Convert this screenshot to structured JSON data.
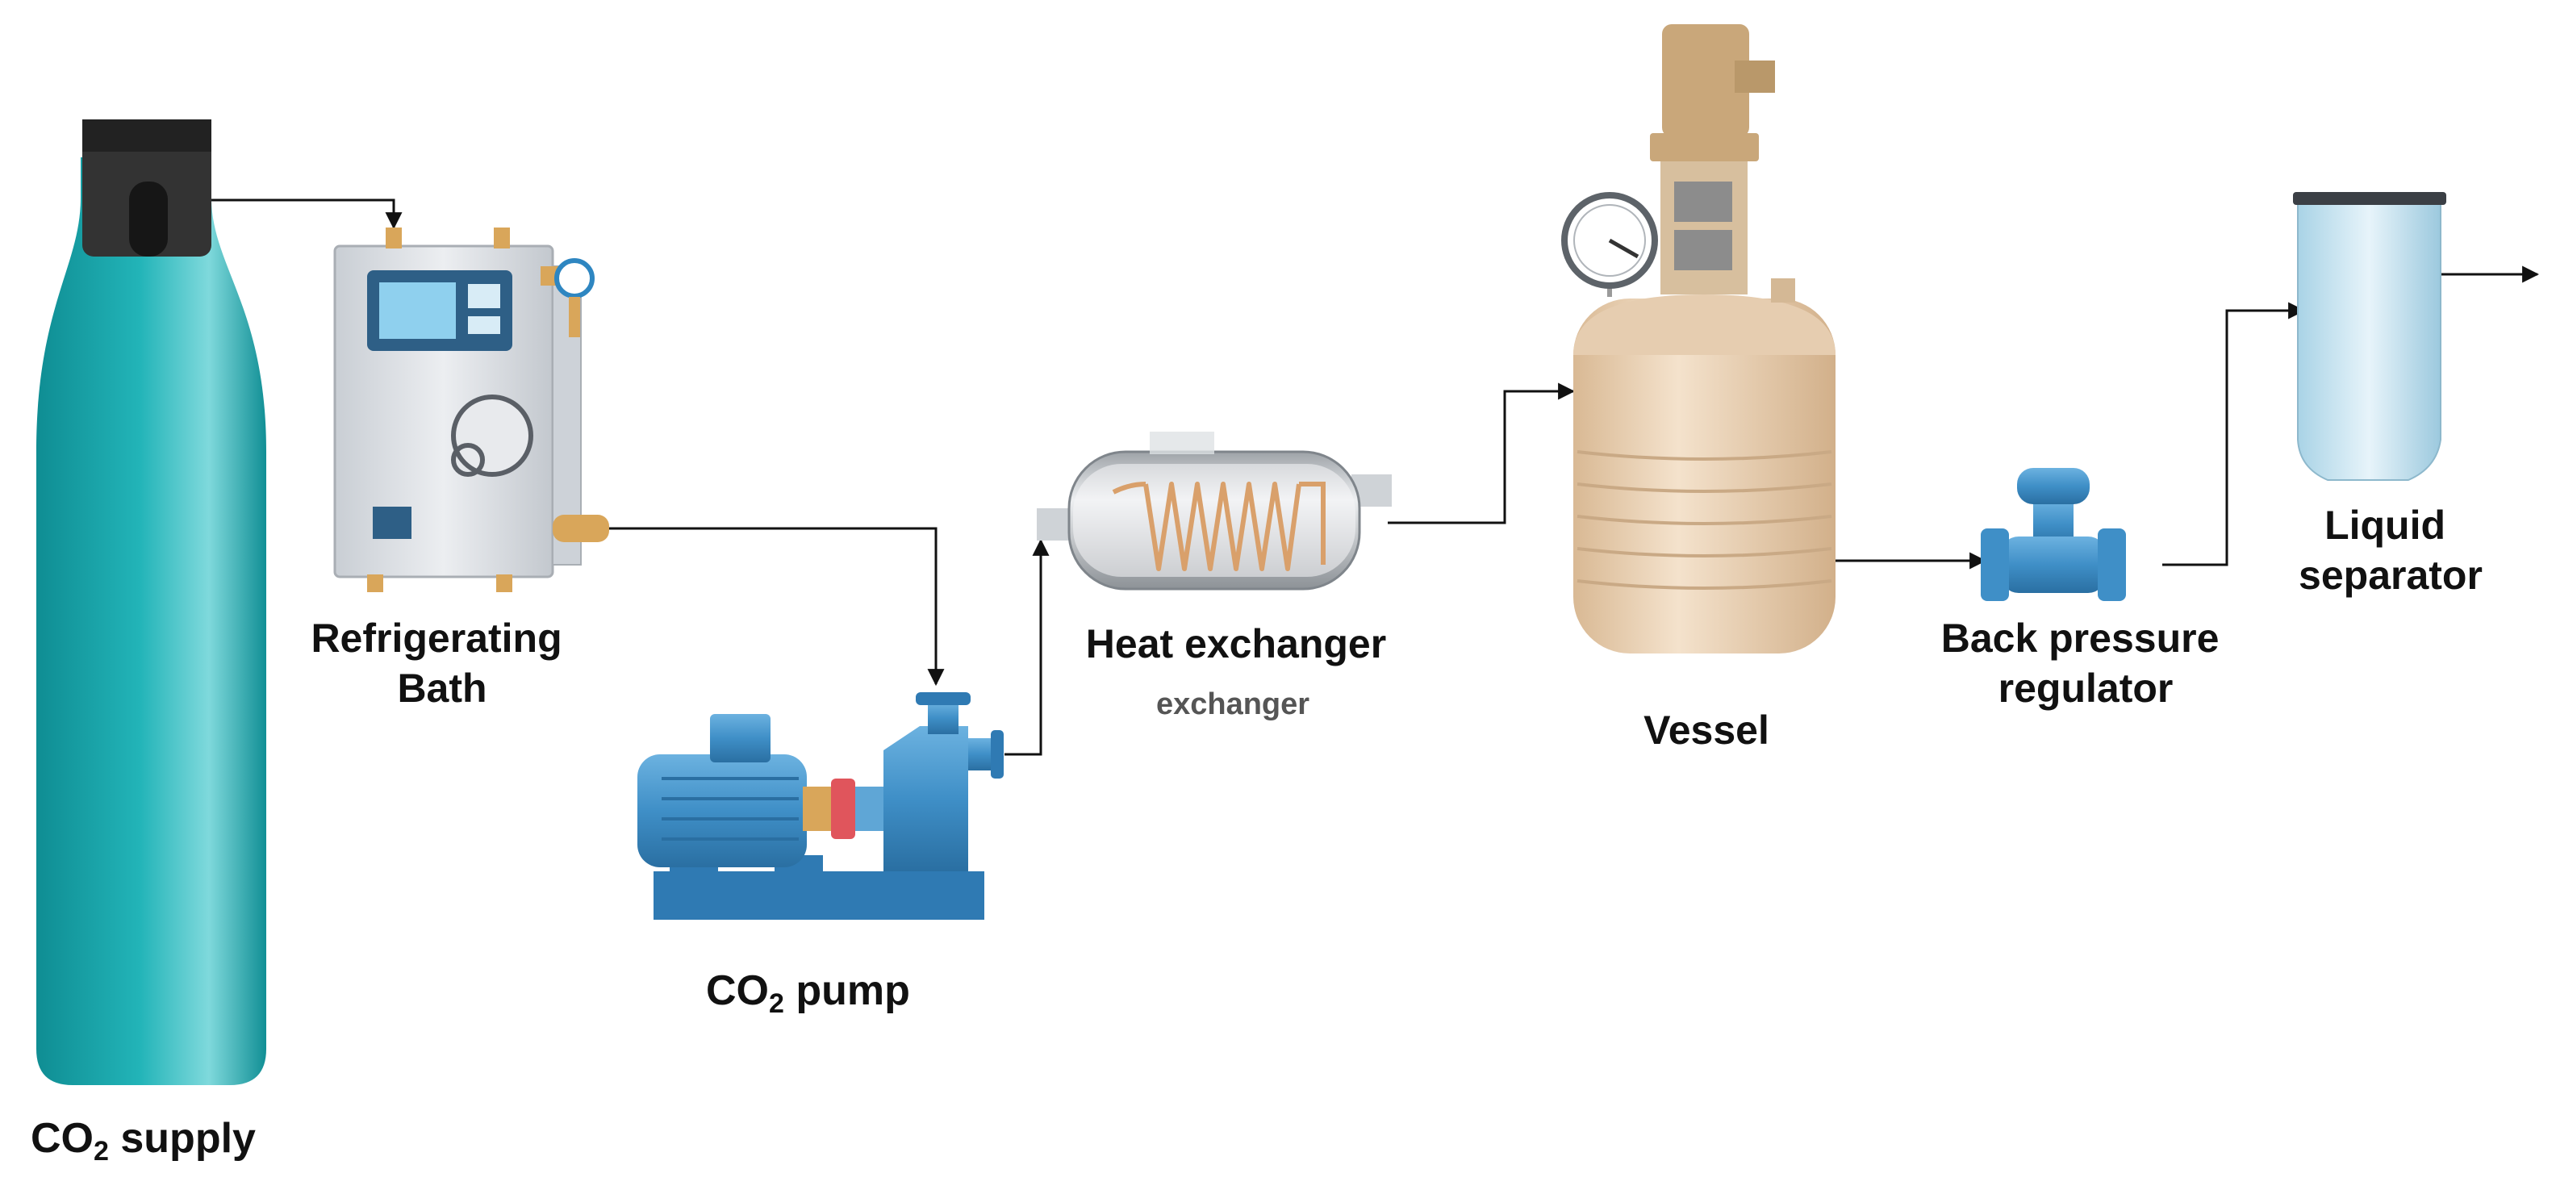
{
  "labels": {
    "co2_supply": {
      "prefix": "CO",
      "sub": "2",
      "suffix": " supply"
    },
    "refrigerating_bath": [
      "Refrigerating",
      "Bath"
    ],
    "co2_pump": {
      "prefix": "CO",
      "sub": "2",
      "suffix": " pump"
    },
    "heat_exchanger": "Heat exchanger",
    "heat_exchanger_ghost": "exchanger",
    "vessel": "Vessel",
    "back_pressure_regulator": [
      "Back pressure",
      "regulator"
    ],
    "liquid_separator": [
      "Liquid",
      "separator"
    ]
  },
  "colors": {
    "cylinder": "#17a3a8",
    "equipment_blue": "#3f8fc7",
    "vessel_beige": "#ecd2b3",
    "bath_grey": "#d9dde2",
    "brass": "#d9a65a",
    "line": "#111111"
  },
  "icons": {
    "pressure_gauge": "gauge-icon",
    "flow_arrow": "arrow-head"
  }
}
